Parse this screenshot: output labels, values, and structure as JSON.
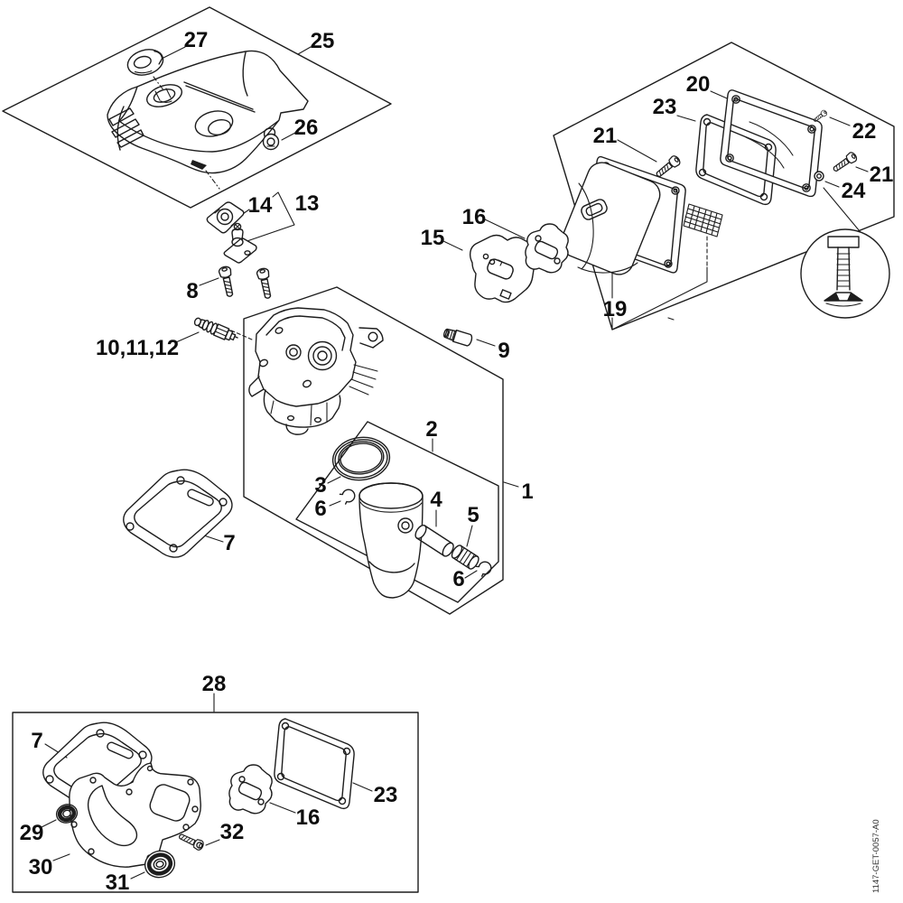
{
  "page": {
    "background": "#ffffff",
    "line_color": "#1d1d1d",
    "label_color": "#0e0e0e"
  },
  "footer": {
    "drawing_number": "1147-GET-0057-A0"
  },
  "labels": {
    "l25": "25",
    "l27": "27",
    "l26": "26",
    "l14": "14",
    "l13": "13",
    "l8": "8",
    "l101112": "10,11,12",
    "l15": "15",
    "l16_top": "16",
    "l9": "9",
    "l19": "19",
    "l20": "20",
    "l23_top": "23",
    "l22": "22",
    "l21_left": "21",
    "l21_right": "21",
    "l24": "24",
    "l1": "1",
    "l2": "2",
    "l3": "3",
    "l4": "4",
    "l5": "5",
    "l6_upper": "6",
    "l6_lower": "6",
    "l7_top": "7",
    "l28": "28",
    "l7_set": "7",
    "l29": "29",
    "l30": "30",
    "l31": "31",
    "l32": "32",
    "l16_set": "16",
    "l23_set": "23"
  }
}
